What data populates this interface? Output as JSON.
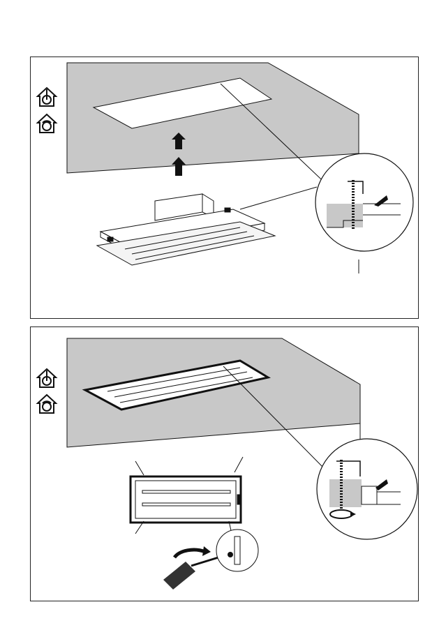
{
  "document": {
    "page_type": "installation-instructions",
    "steps": [
      {
        "id": "step-1",
        "action": "lift-hood-into-ceiling-cutout",
        "icons": [
          "extraction-mode-icon",
          "recirculation-mode-icon"
        ],
        "arrows": [
          "up-arrow-icon",
          "up-arrow-icon"
        ],
        "detail": "clamp-screw-detail"
      },
      {
        "id": "step-2",
        "action": "tighten-clamp-screws-with-screwdriver",
        "icons": [
          "extraction-mode-icon",
          "recirculation-mode-icon"
        ],
        "screw_points": 4,
        "detail": "clamp-screw-rotation-detail"
      }
    ],
    "colors": {
      "ceiling": "#c8c8c8",
      "line": "#111111",
      "arrow": "#111111",
      "screwdriver_handle": "#333333"
    }
  }
}
